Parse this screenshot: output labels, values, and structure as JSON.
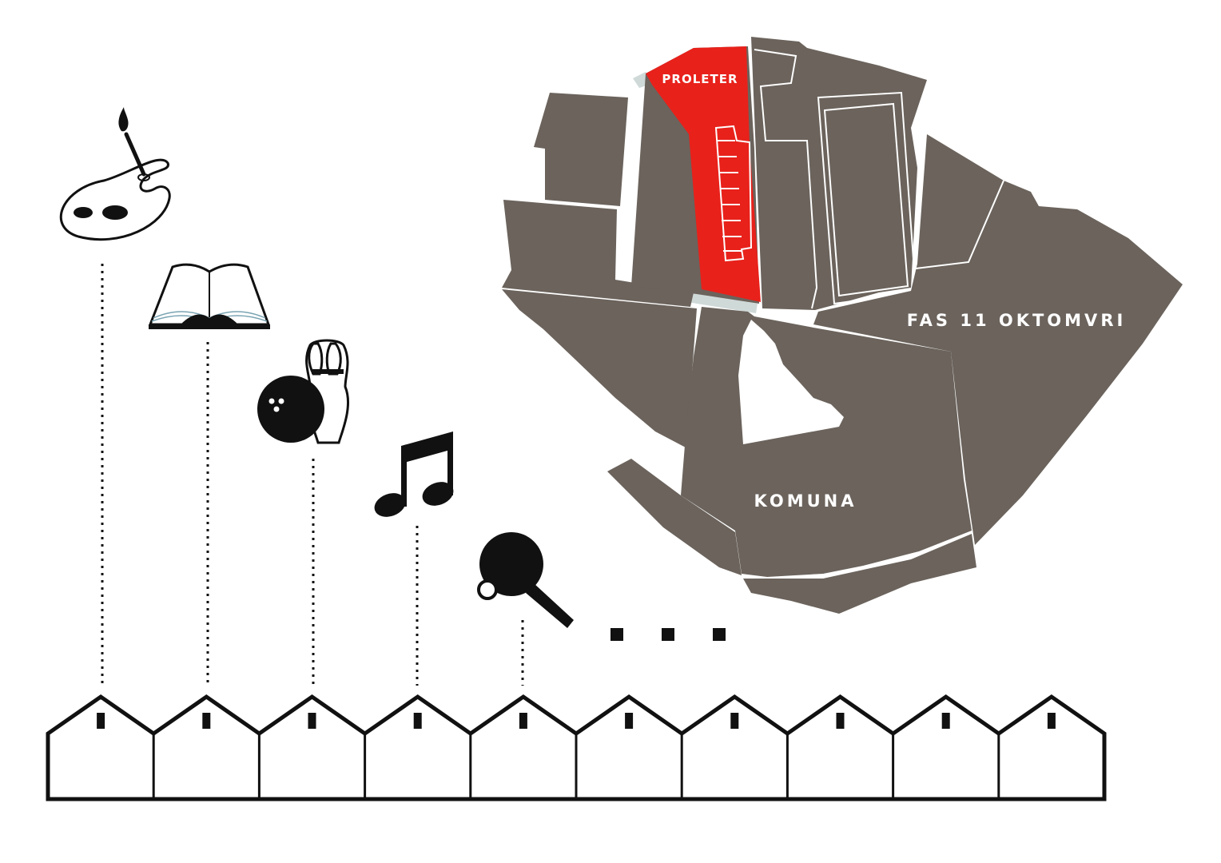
{
  "colors": {
    "block": "#6b635c",
    "highlight": "#e8211b",
    "road_tint": "#cfd9d8",
    "ink": "#111111",
    "paper": "#ffffff"
  },
  "map": {
    "labels": {
      "proleter": "PROLETER",
      "fas": "FAS 11 OKTOMVRI",
      "komuna": "KOMUNA"
    }
  },
  "activities": [
    {
      "icon": "palette-icon"
    },
    {
      "icon": "open-book-icon"
    },
    {
      "icon": "bowling-icon"
    },
    {
      "icon": "music-note-icon"
    },
    {
      "icon": "ping-pong-paddle-icon"
    }
  ],
  "ellipsis_marks": 3,
  "houses": {
    "count": 10
  }
}
